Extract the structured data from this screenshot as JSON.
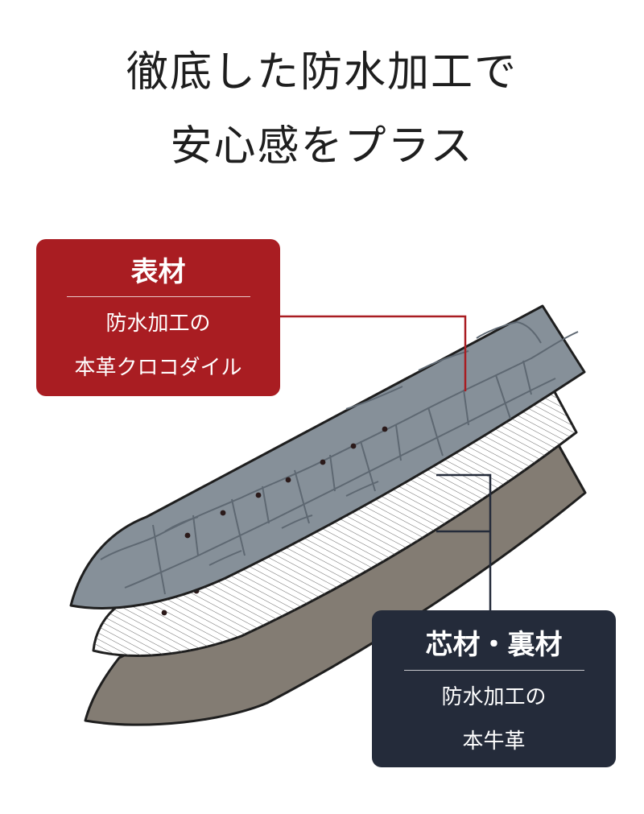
{
  "title": {
    "line1": "徹底した防水加工で",
    "line2": "安心感をプラス"
  },
  "labels": {
    "surface": {
      "heading": "表材",
      "desc_line1": "防水加工の",
      "desc_line2": "本革クロコダイル"
    },
    "inner": {
      "heading": "芯材・裏材",
      "desc_line1": "防水加工の",
      "desc_line2": "本牛革"
    }
  },
  "colors": {
    "surface_label": "#a91d22",
    "inner_label": "#242b3a",
    "croc_layer": "#869099",
    "core_layer": "#ffffff",
    "lining_layer": "#837c73",
    "outline": "#1e1e1e"
  }
}
